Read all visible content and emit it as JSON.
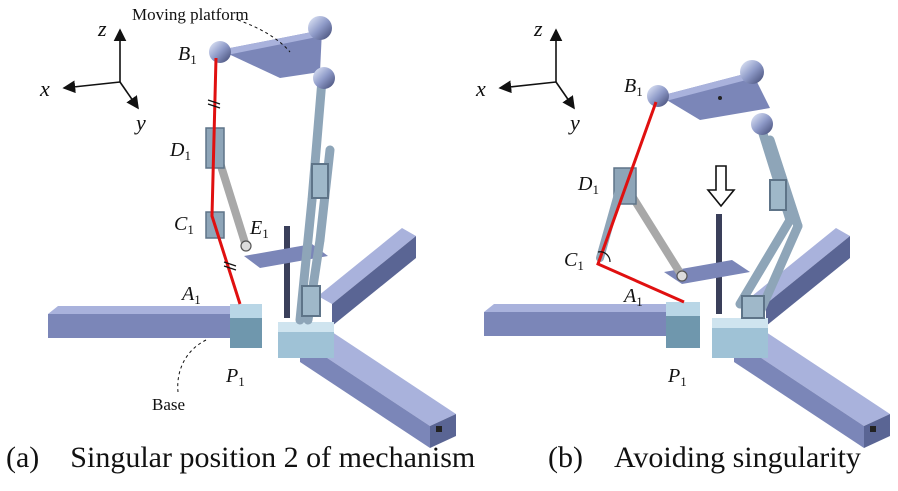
{
  "panel_a": {
    "axes": {
      "z": "z",
      "x": "x",
      "y": "y"
    },
    "callout_platform": "Moving platform",
    "callout_base": "Base",
    "points": {
      "B": "B",
      "B_sub": "1",
      "D": "D",
      "D_sub": "1",
      "C": "C",
      "C_sub": "1",
      "E": "E",
      "E_sub": "1",
      "A": "A",
      "A_sub": "1",
      "P": "P",
      "P_sub": "1"
    },
    "caption_tag": "(a)",
    "caption_text": "Singular position 2 of mechanism"
  },
  "panel_b": {
    "axes": {
      "z": "z",
      "x": "x",
      "y": "y"
    },
    "points": {
      "B": "B",
      "B_sub": "1",
      "D": "D",
      "D_sub": "1",
      "C": "C",
      "C_sub": "1",
      "A": "A",
      "A_sub": "1",
      "P": "P",
      "P_sub": "1"
    },
    "caption_tag": "(b)",
    "caption_text": "Avoiding singularity"
  },
  "colors": {
    "frame": "#7b86b8",
    "frame_dark": "#5a6594",
    "frame_light": "#a9b2dc",
    "slider": "#9fc2d6",
    "slider_dark": "#6f97ad",
    "link": "#8ea5b8",
    "rod": "#a8a8a8",
    "chain": "#e01010"
  }
}
